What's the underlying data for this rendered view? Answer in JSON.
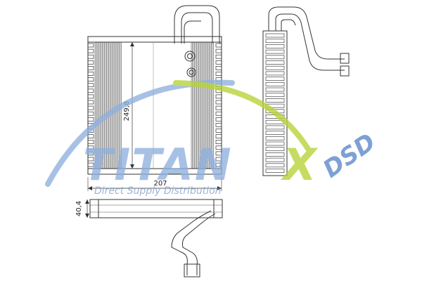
{
  "dimensions": {
    "height": "249,8",
    "width": "207",
    "depth": "40,4"
  },
  "watermark": {
    "brand": "TITAN",
    "brand_x": "X",
    "suffix": "DSD",
    "tagline": "Direct Supply Distribution",
    "colors": {
      "blue": "#5b86c8",
      "green": "#b7d336",
      "light_blue": "#8fb0de"
    }
  }
}
